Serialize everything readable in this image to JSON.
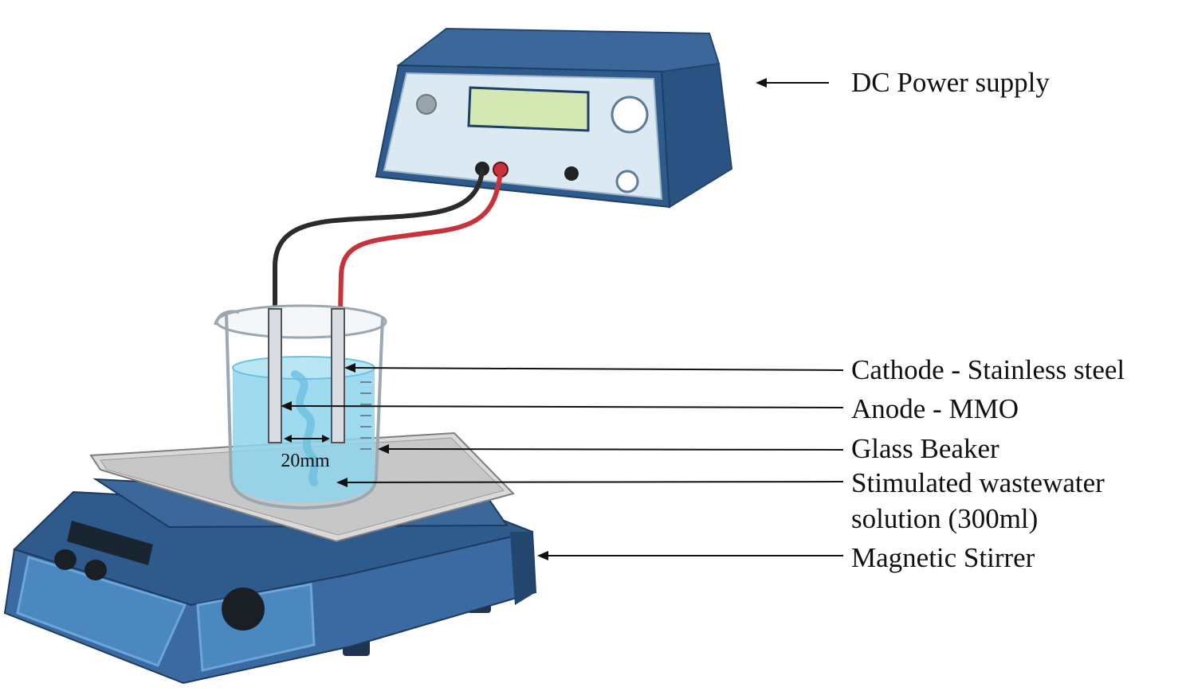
{
  "labels": {
    "power_supply": "DC Power supply",
    "cathode": "Cathode - Stainless steel",
    "anode": "Anode - MMO",
    "beaker": "Glass Beaker",
    "solution_line1": "Stimulated wastewater",
    "solution_line2": "solution (300ml)",
    "stirrer": "Magnetic Stirrer"
  },
  "electrode_gap": "20mm",
  "colors": {
    "device_blue": "#3c679b",
    "device_dark": "#23466e",
    "panel_light": "#dbe9f3",
    "water": "#8fd3ec",
    "wire_red": "#c8323a",
    "wire_black": "#2b2b2b"
  }
}
